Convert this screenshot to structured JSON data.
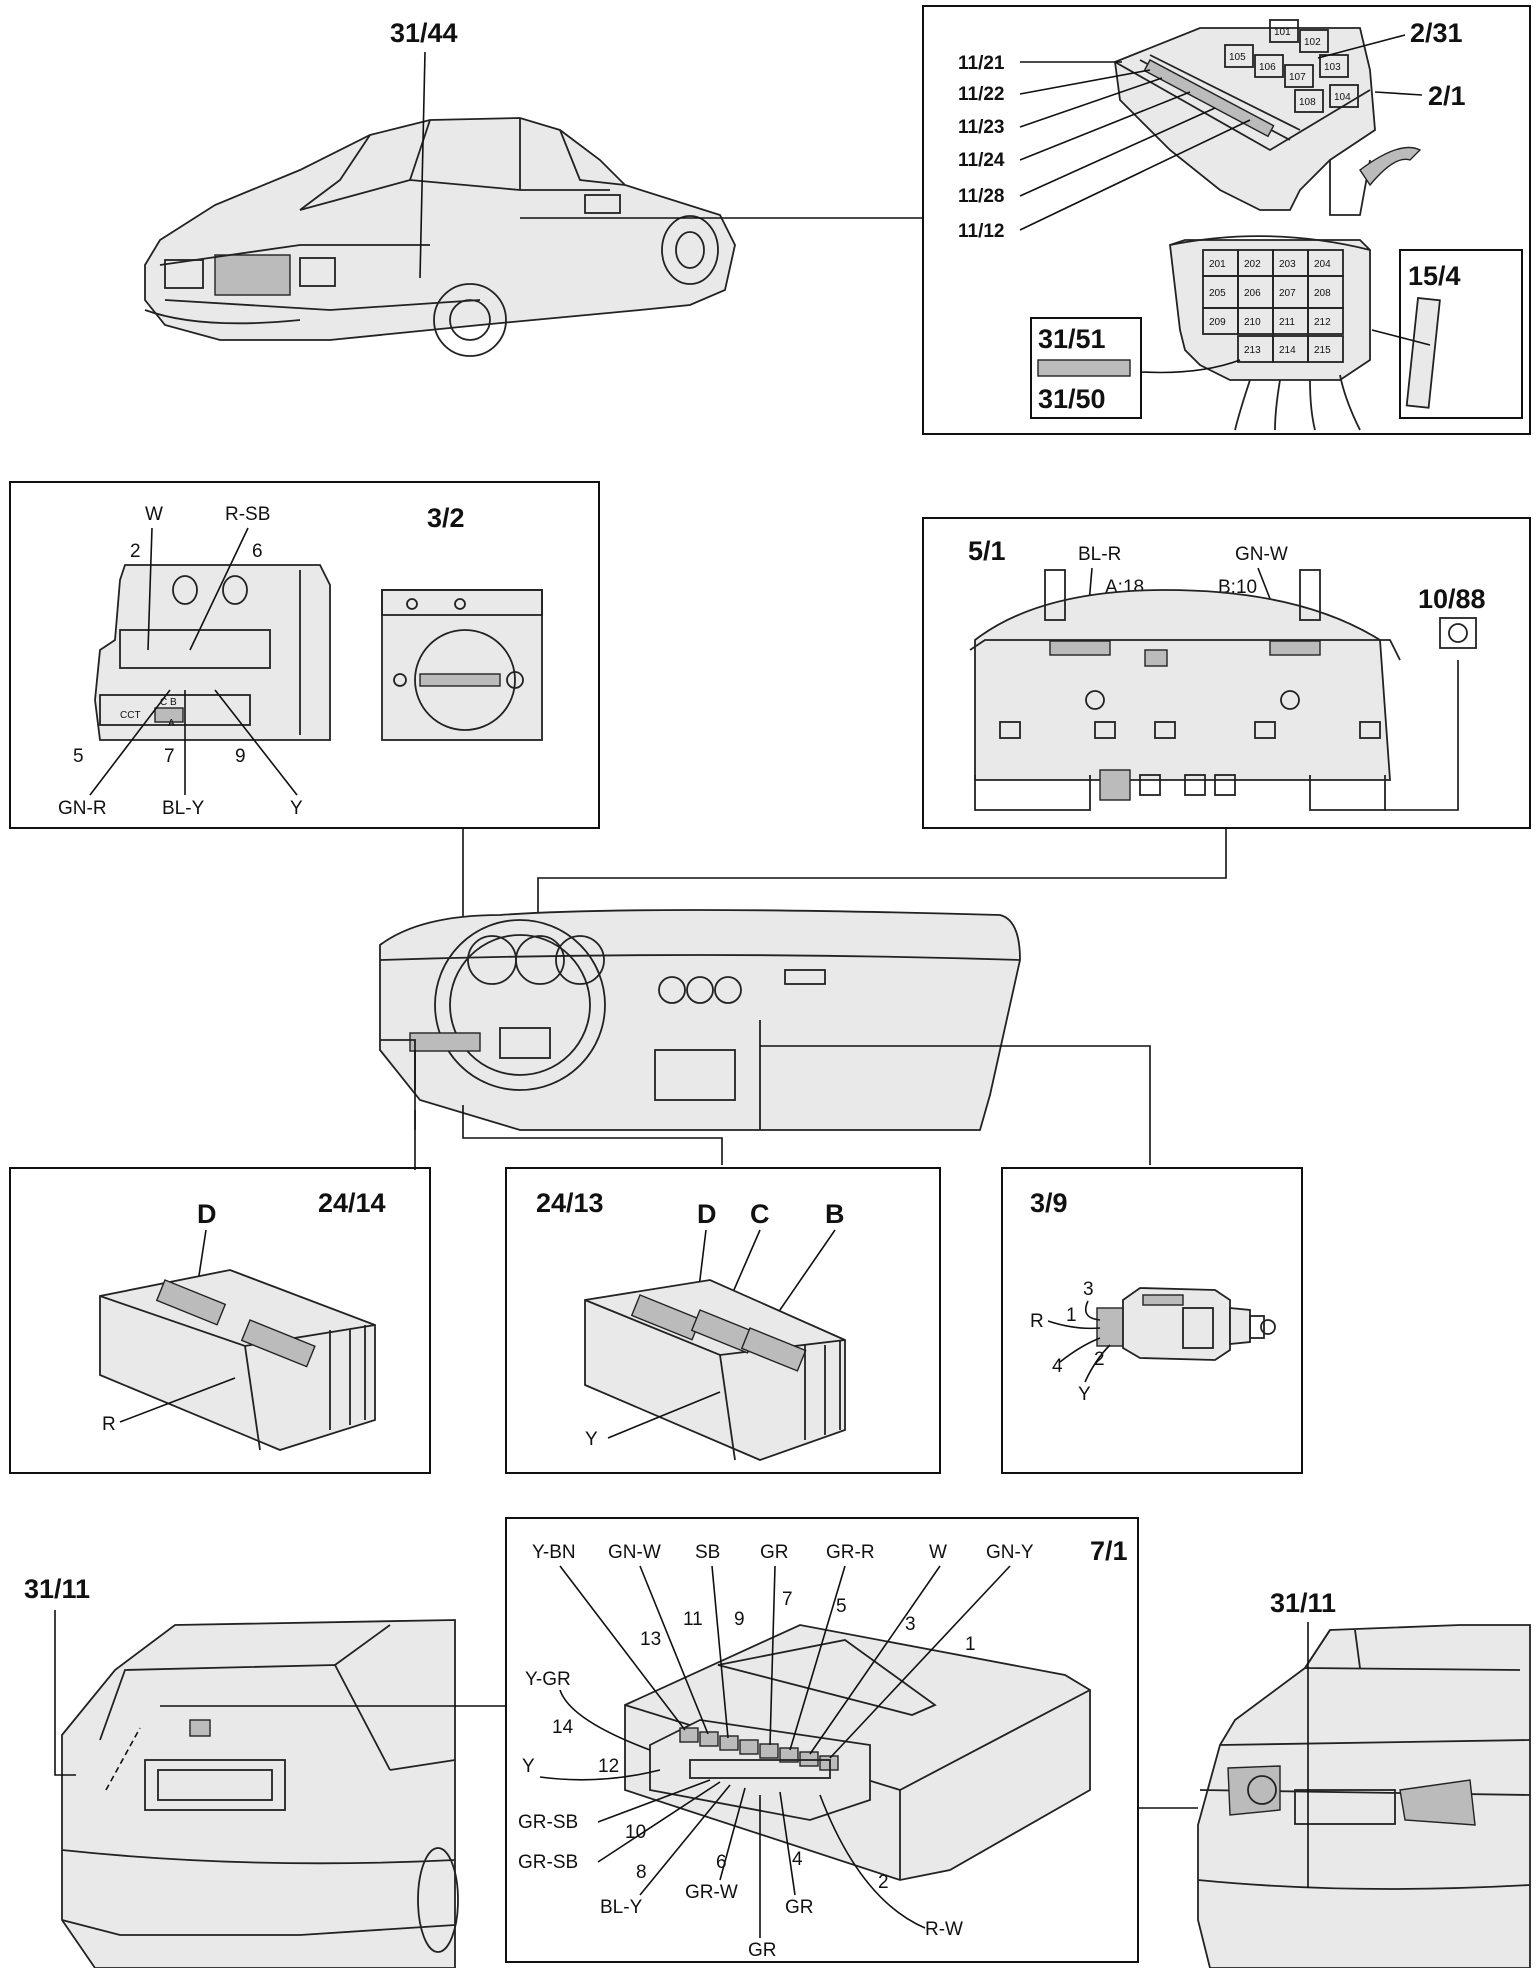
{
  "ref_numbers": {
    "car_front": "31/44",
    "relay_box_top": "2/31",
    "relay_box_mount": "2/1",
    "relay_box_bottom_connector": "15/4",
    "relay_box_lower_left_top": "31/51",
    "relay_box_lower_left_bottom": "31/50",
    "light_switch": "3/2",
    "instrument_cluster": "5/1",
    "cluster_bulb": "10/88",
    "connector_red": "24/14",
    "connector_yellow": "24/13",
    "brake_switch": "3/9",
    "tail_lamp": "7/1",
    "wagon": "31/11",
    "sedan_rear": "31/11"
  },
  "fuse_labels": [
    "11/21",
    "11/22",
    "11/23",
    "11/24",
    "11/28",
    "11/12"
  ],
  "relay_top_numbers": [
    "101",
    "102",
    "103",
    "104",
    "105",
    "106",
    "107",
    "108"
  ],
  "relay_bottom_numbers": [
    "201",
    "202",
    "203",
    "204",
    "205",
    "206",
    "207",
    "208",
    "209",
    "210",
    "211",
    "212",
    "213",
    "214",
    "215"
  ],
  "light_switch_pins": {
    "pin2": "2",
    "pin6": "6",
    "pin5": "5",
    "pin7": "7",
    "pin9": "9",
    "w_color": "W",
    "r_sb_color": "R-SB",
    "gn_r_color": "GN-R",
    "bl_y_color": "BL-Y",
    "y_color": "Y",
    "connector_text": "C B",
    "connector_text2": "A",
    "connector_text3": "CCT"
  },
  "cluster": {
    "bl_r": "BL-R",
    "gn_w": "GN-W",
    "a18": "A:18",
    "b10": "B:10"
  },
  "connector_24_14": {
    "letter_d": "D",
    "color_r": "R"
  },
  "connector_24_13": {
    "letter_d": "D",
    "letter_c": "C",
    "letter_b": "B",
    "color_y": "Y"
  },
  "brake_switch": {
    "pin3": "3",
    "pin1": "1",
    "pin4": "4",
    "pin2": "2",
    "color_r": "R",
    "color_y": "Y"
  },
  "tail_lamp": {
    "top_colors": [
      "Y-BN",
      "GN-W",
      "SB",
      "GR",
      "GR-R",
      "W",
      "GN-Y"
    ],
    "top_pins": [
      "13",
      "11",
      "9",
      "7",
      "5",
      "3",
      "1"
    ],
    "y_gr": "Y-GR",
    "pin14": "14",
    "y": "Y",
    "pin12": "12",
    "gr_sb_1": "GR-SB",
    "pin10": "10",
    "gr_sb_2": "GR-SB",
    "pin8": "8",
    "bl_y": "BL-Y",
    "pin6": "6",
    "gr_w": "GR-W",
    "pin4": "4",
    "gr_1": "GR",
    "gr_2": "GR",
    "pin2": "2",
    "r_w": "R-W"
  }
}
